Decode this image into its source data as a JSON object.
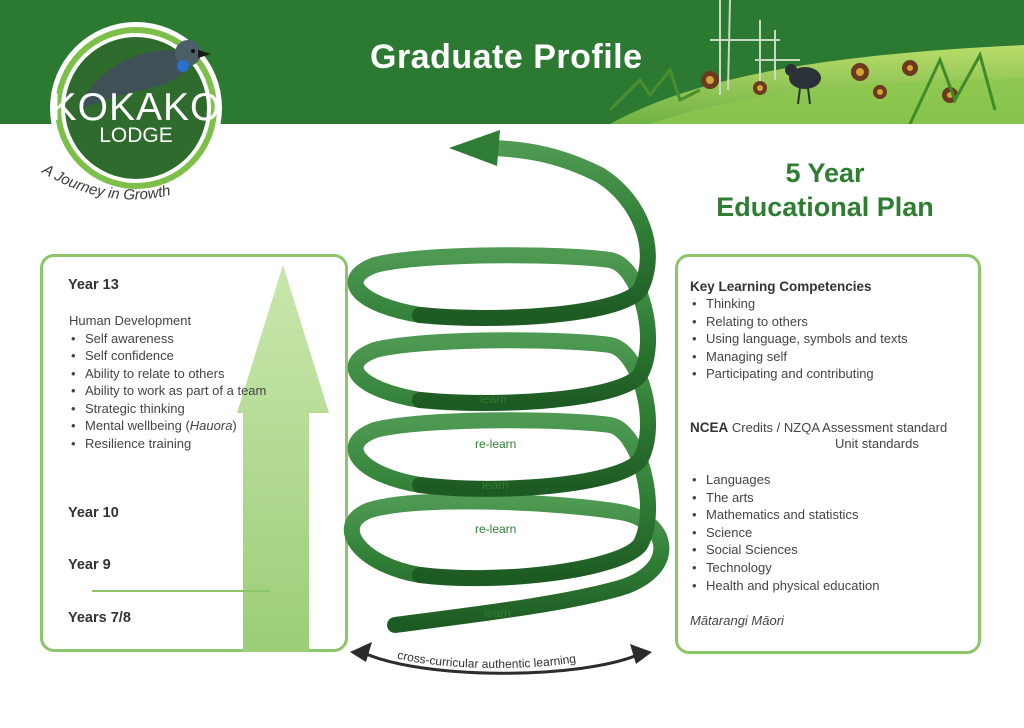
{
  "header": {
    "title": "Graduate Profile"
  },
  "logo": {
    "name": "KOKAKO",
    "sub": "LODGE",
    "tagline": "A Journey in Growth"
  },
  "plan": {
    "title_line1": "5 Year",
    "title_line2": "Educational Plan"
  },
  "years": {
    "y13": "Year 13",
    "y10": "Year 10",
    "y9": "Year 9",
    "y78": "Years 7/8"
  },
  "human_development": {
    "heading": "Human Development",
    "items": [
      "Self awareness",
      "Self confidence",
      "Ability to relate to others",
      "Ability to work as part of a team",
      "Strategic thinking",
      "Mental wellbeing (",
      "Resilience training"
    ],
    "hauora": "Hauora",
    "close_paren": ")"
  },
  "competencies": {
    "heading": "Key Learning Competencies",
    "items": [
      "Thinking",
      "Relating to others",
      "Using language, symbols and texts",
      "Managing self",
      "Participating and contributing"
    ]
  },
  "ncea": {
    "bold": "NCEA",
    "text": " Credits / NZQA Assessment standard",
    "unit": "Unit standards",
    "subjects": [
      "Languages",
      "The arts",
      "Mathematics and statistics",
      "Science",
      "Social Sciences",
      "Technology",
      "Health and physical education"
    ],
    "maori": "Mātarangi Māori"
  },
  "spiral": {
    "labels": [
      "learn",
      "re-learn",
      "learn",
      "re-learn",
      "learn"
    ],
    "base": "cross-curricular authentic learning"
  },
  "colors": {
    "banner": "#2c7a32",
    "spiral": "#2f7d35",
    "panel_border": "#8cc56a",
    "arrow_fill": "#a8d58a"
  }
}
